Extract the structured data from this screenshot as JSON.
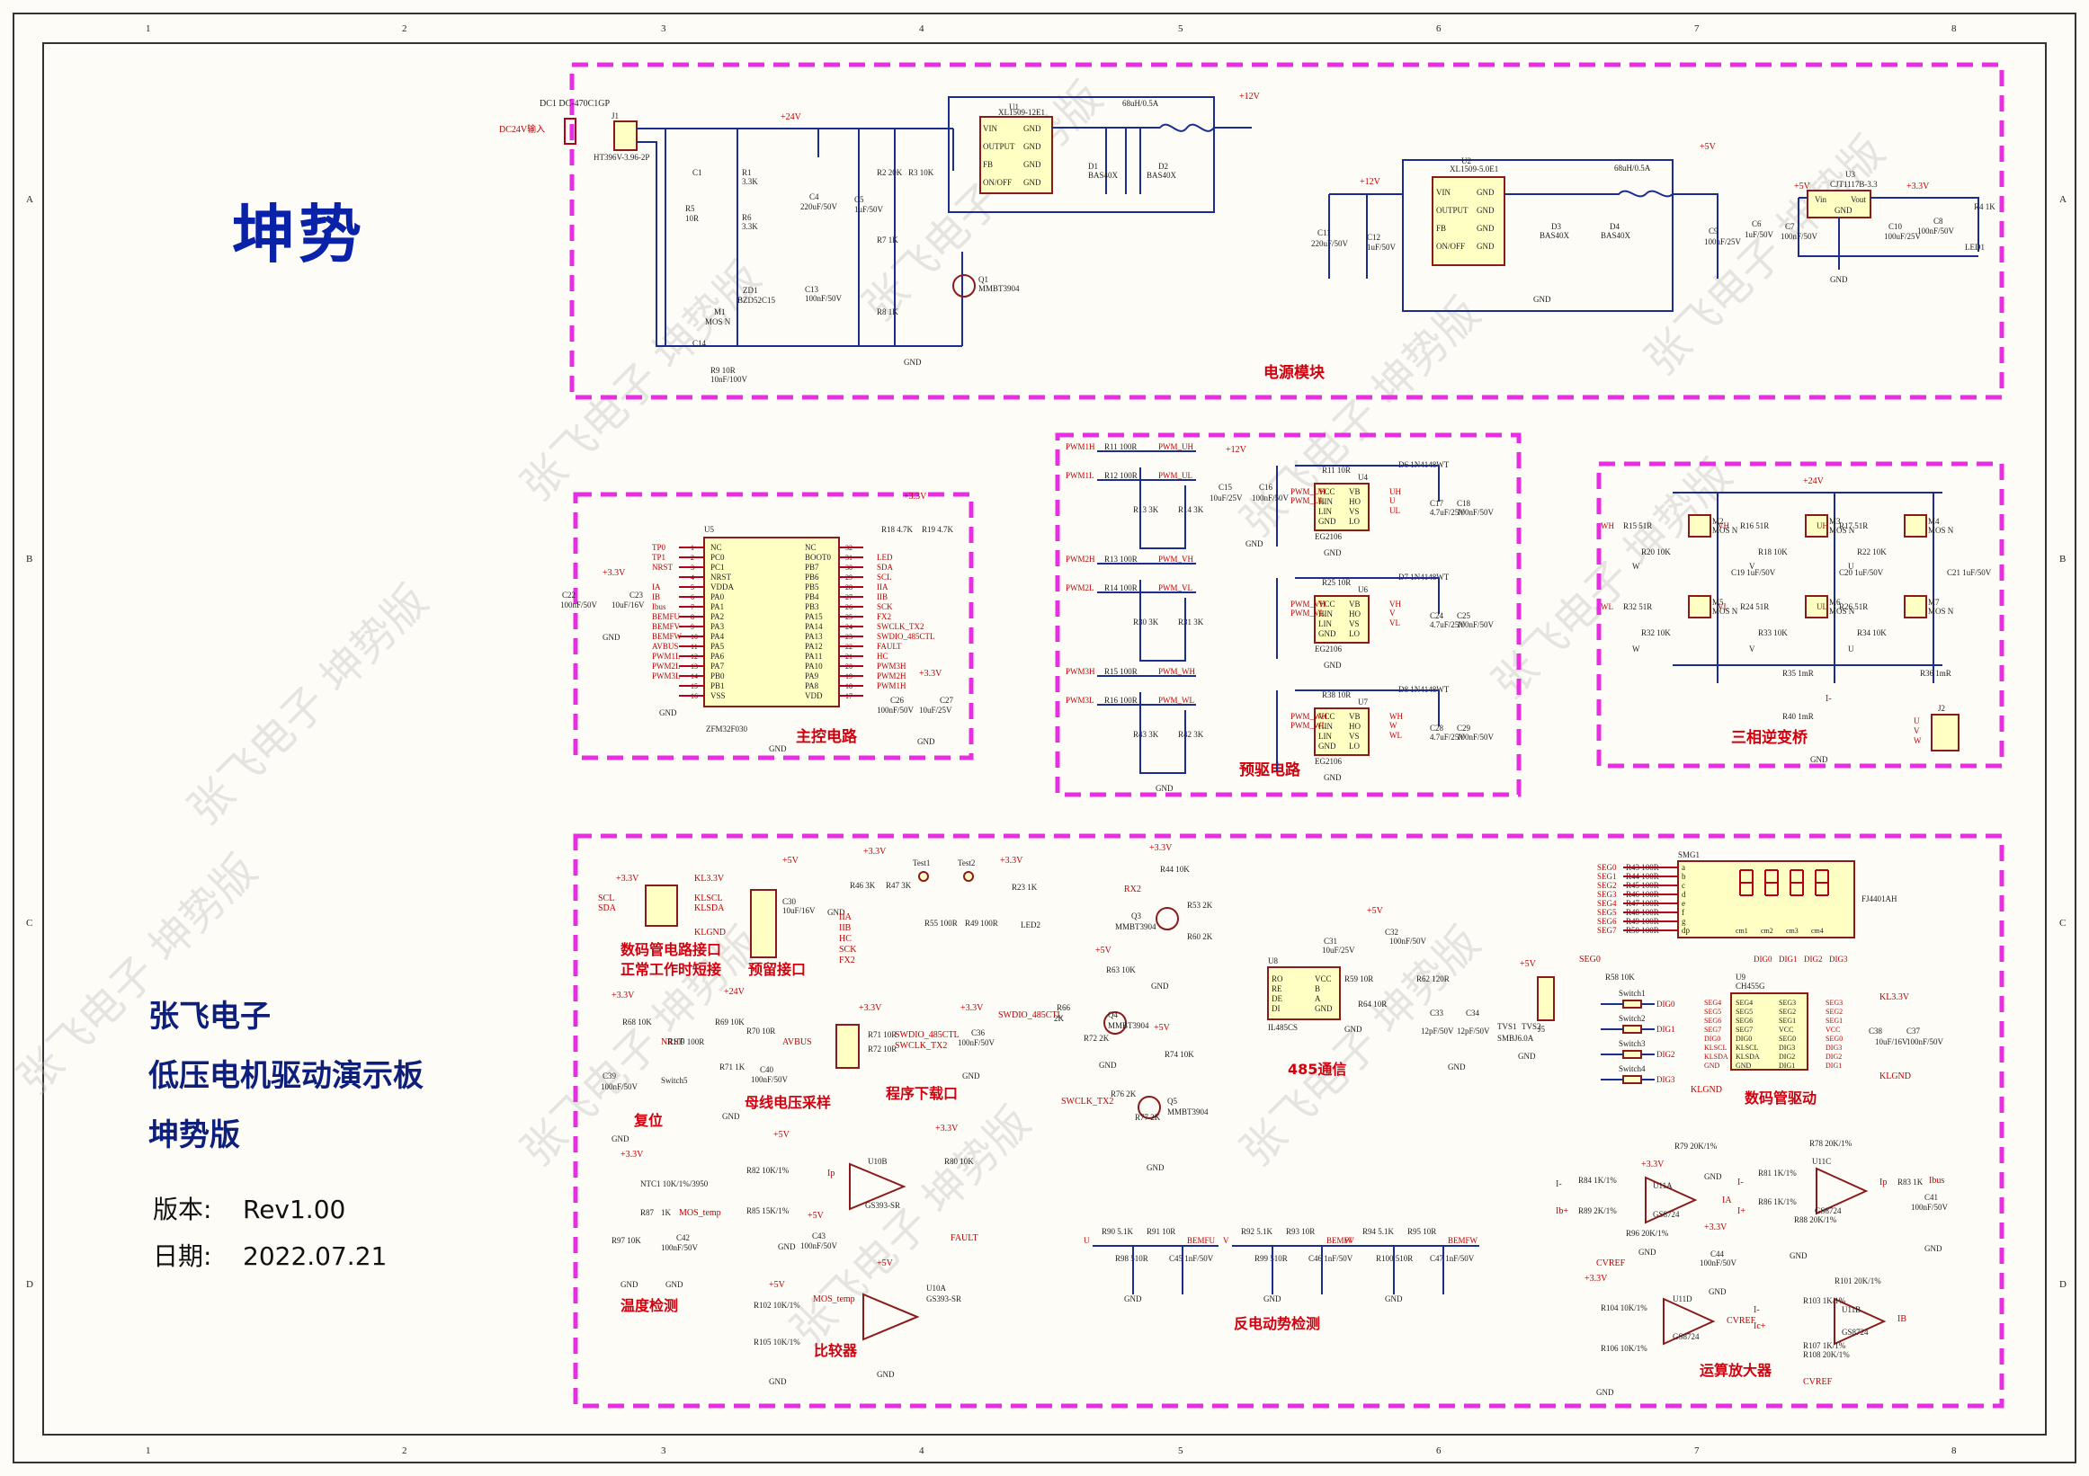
{
  "brand": "坤势",
  "info_lines": [
    "张飞电子",
    "低压电机驱动演示板",
    "坤势版"
  ],
  "version_label": "版本:",
  "version_value": "Rev1.00",
  "date_label": "日期:",
  "date_value": "2022.07.21",
  "column_markers": [
    "1",
    "2",
    "3",
    "4",
    "5",
    "6",
    "7",
    "8"
  ],
  "row_markers": [
    "A",
    "B",
    "C",
    "D"
  ],
  "watermark_text": "张飞电子 坤势版",
  "sections": {
    "power": "电源模块",
    "mcu": "主控电路",
    "predriver": "预驱电路",
    "inverter": "三相逆变桥",
    "display_header": "数码管电路接口",
    "normal_short": "正常工作时短接",
    "reserve": "预留接口",
    "busv": "母线电压采样",
    "program": "程序下载口",
    "rs485": "485通信",
    "seg_driver": "数码管驱动",
    "reset": "复位",
    "temp": "温度检测",
    "comparator": "比较器",
    "bemf": "反电动势检测",
    "opamp": "运算放大器"
  },
  "parts": {
    "dc_jack": "DC1\nDC-470C1GP",
    "dc_input": "DC24V输入",
    "j1": "J1",
    "j1_type": "HT396V-3.96-2P",
    "plus24": "+24V",
    "plus12": "+12V",
    "plus5": "+5V",
    "plus33": "+3.3V",
    "u1": "U1",
    "u1_part": "XL1509-12E1",
    "u2": "U2",
    "u2_part": "XL1509-5.0E1",
    "u3": "U3",
    "u3_part": "CJT1117B-3.3",
    "u5": "U5",
    "u5_part": "ZFM32F030",
    "u4_part": "EG2106",
    "u8_part": "IL485CS",
    "u9_part": "CH455G",
    "smg_part": "FJ4401AH",
    "smg": "SMG1",
    "reg_pins": [
      "VIN",
      "OUTPUT",
      "FB",
      "ON/OFF"
    ],
    "reg_gnd": "GND",
    "ldo_in": "Vin",
    "ldo_out": "Vout",
    "ldo_gnd": "GND",
    "l1": "68uH/0.5A",
    "l2": "68uH/0.5A",
    "d_schottky": "BAS40X",
    "q1": "MMBT3904",
    "gnd": "GND",
    "mcu_left_pins": [
      "NC",
      "PC0",
      "PC1",
      "NRST",
      "VDDA",
      "PA0",
      "PA1",
      "PA2",
      "PA3",
      "PA4",
      "PA5",
      "PA6",
      "PA7",
      "PB0",
      "PB1",
      "VSS"
    ],
    "mcu_right_pins": [
      "NC",
      "BOOT0",
      "PB7",
      "PB6",
      "PB5",
      "PB4",
      "PB3",
      "PA15",
      "PA14",
      "PA13",
      "PA12",
      "PA11",
      "PA10",
      "PA9",
      "PA8",
      "VDD"
    ],
    "mcu_left_nets": [
      "TP0",
      "TP1",
      "NRST",
      "",
      "IA",
      "IB",
      "Ibus",
      "BEMFU",
      "BEMFV",
      "BEMFW",
      "AVBUS",
      "PWM1L",
      "PWM2L",
      "PWM3L",
      ""
    ],
    "mcu_right_nets": [
      "",
      "LED",
      "SDA",
      "SCL",
      "IIA",
      "IIB",
      "SCK",
      "FX2",
      "SWCLK_TX2",
      "SWDIO_485CTL",
      "FAULT",
      "HC",
      "PWM3H",
      "PWM2H",
      "PWM1H"
    ],
    "drv_pins_left": [
      "VCC",
      "HIN",
      "LIN",
      "GND"
    ],
    "drv_pins_right": [
      "VB",
      "HO",
      "VS",
      "LO"
    ],
    "pwm_nets": [
      "PWM1H",
      "PWM1L",
      "PWM2H",
      "PWM2L",
      "PWM3H",
      "PWM3L"
    ],
    "pwm_out": [
      "PWM_UH",
      "PWM_UL",
      "PWM_VH",
      "PWM_VL",
      "PWM_WH",
      "PWM_WL"
    ],
    "mos_refs": [
      "M2",
      "M3",
      "M4",
      "M5",
      "M6",
      "M7"
    ],
    "mos_label": "MOS N",
    "phase_uvw": [
      "U",
      "V",
      "W"
    ],
    "rs485_pins": [
      "RO",
      "RE",
      "DE",
      "DI",
      "VCC",
      "B",
      "A",
      "GND"
    ],
    "opamp_part": "GS8724",
    "comp_part": "GS393-SR",
    "ch455_left": [
      "SEG4",
      "SEG5",
      "SEG6",
      "SEG7",
      "DIG0",
      "KLSCL",
      "KLSDA",
      "GND"
    ],
    "ch455_right": [
      "SEG3",
      "SEG2",
      "SEG1",
      "VCC",
      "SEG0",
      "DIG3",
      "DIG2",
      "DIG1"
    ],
    "sw": [
      "Switch1",
      "Switch2",
      "Switch3",
      "Switch4"
    ],
    "dig": [
      "DIG0",
      "DIG1",
      "DIG2",
      "DIG3"
    ],
    "bemf_nets": [
      "BEMFU",
      "BEMFV",
      "BEMFW"
    ],
    "ntc": "NTC1\n10K/1%/3950",
    "mos_temp": "MOS_temp",
    "fault": "FAULT",
    "cvref": "CVREF",
    "ibus": "Ibus",
    "test": [
      "Test1",
      "Test2"
    ],
    "led1": "LED1",
    "led2": "LED2"
  },
  "colors": {
    "wire": "#1b2d8f",
    "net_label": "#c00000",
    "ic_fill": "#ffffc4",
    "section_box": "#e52fe0",
    "title": "#0a22a8"
  }
}
